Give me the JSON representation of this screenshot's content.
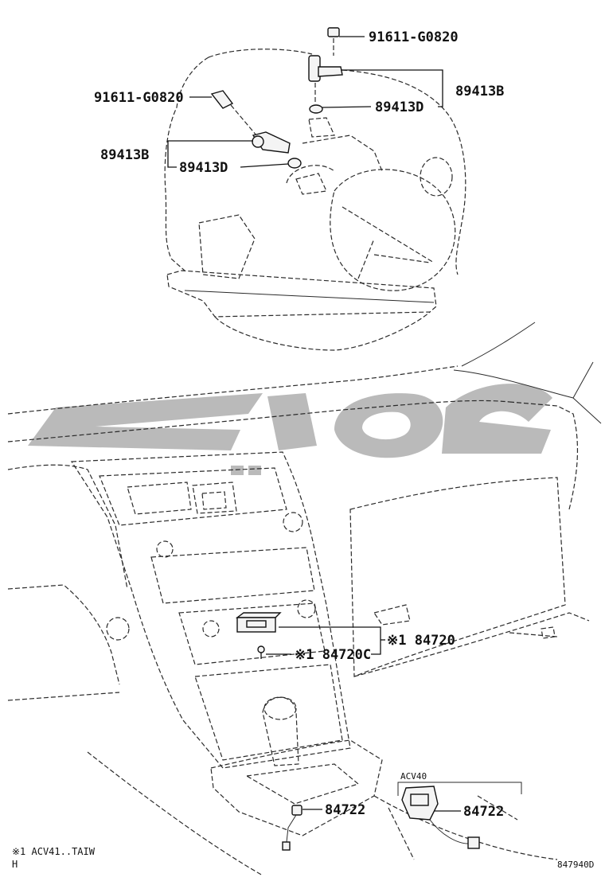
{
  "labels": {
    "bolt_top": "91611-G0820",
    "sensor_right": "89413B",
    "washer_right": "89413D",
    "bolt_left": "91611-G0820",
    "sensor_left": "89413B",
    "washer_left": "89413D",
    "switch": "※1 84720",
    "screw": "※1 84720C",
    "shift_sensor_left": "84722",
    "shift_sensor_right": "84722",
    "inset": "ACV40"
  },
  "footnote": {
    "note": "※1 ACV41..TAIW",
    "code": "H"
  },
  "illustration_id": "847940D",
  "colors": {
    "line": "#2a2a2a",
    "watermark": "#a9a9a9"
  }
}
